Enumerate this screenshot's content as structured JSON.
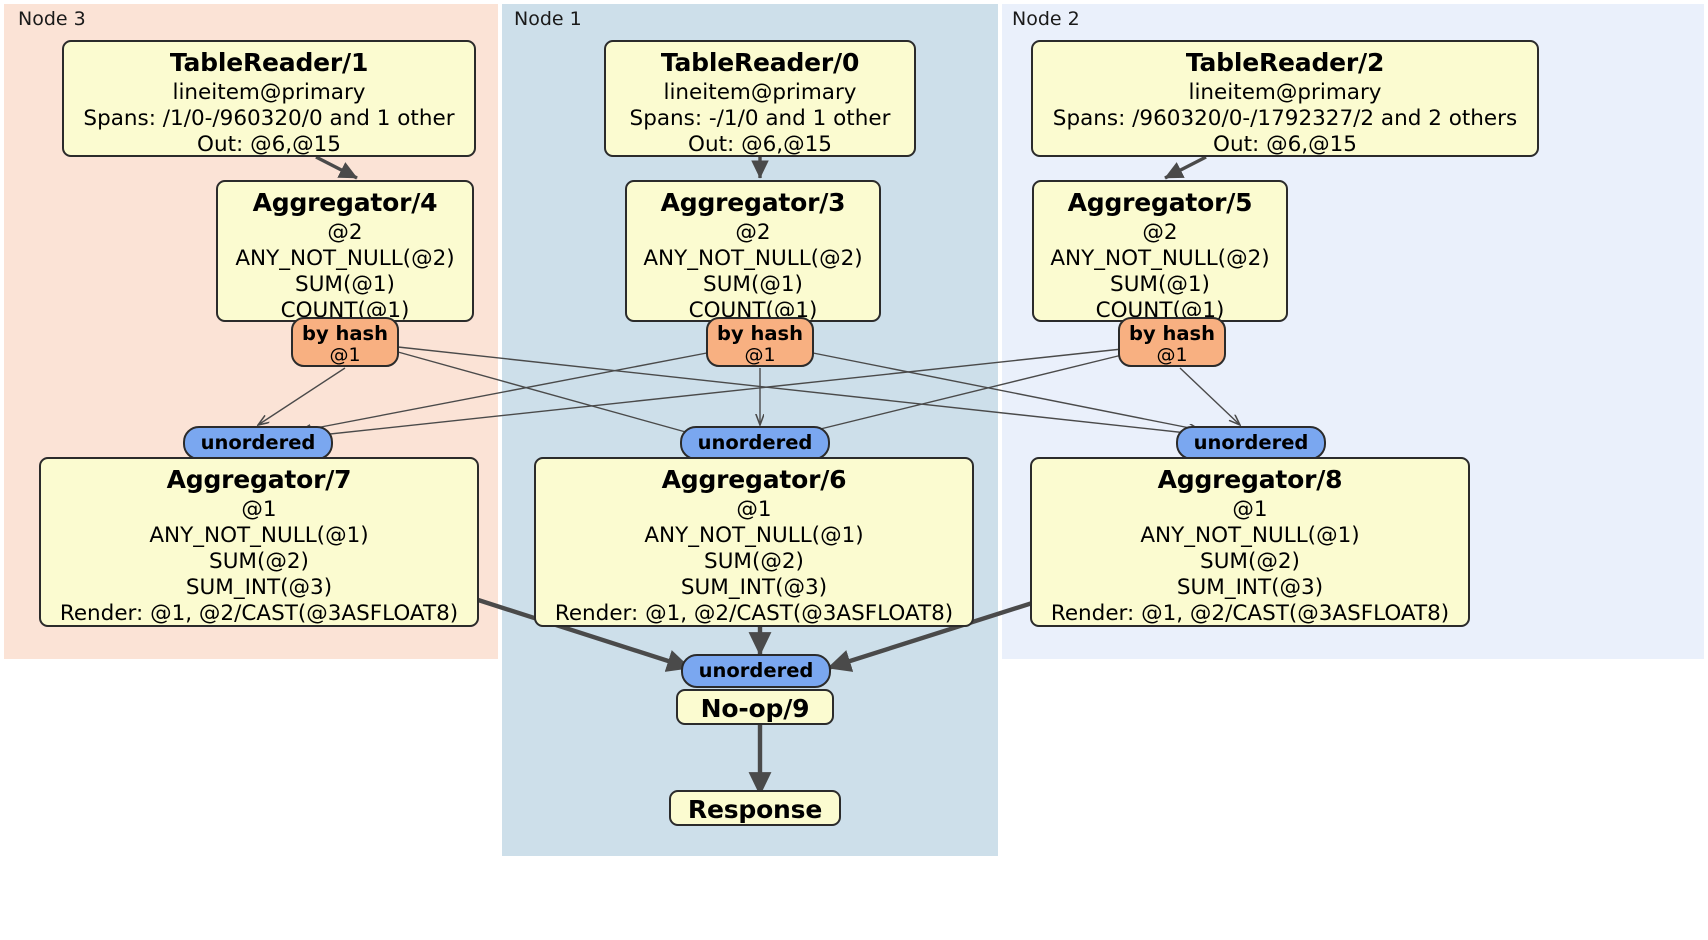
{
  "diagram": {
    "type": "distributed-query-plan",
    "colors": {
      "node3_panel": "#fbe3d6",
      "node1_panel": "#cddfea",
      "node2_panel": "#eaf0fb",
      "processor_box": "#fbfbd0",
      "hash_badge": "#f8b081",
      "unordered_badge": "#7aa7f0",
      "edge": "#4a4a4a",
      "border": "#2b2b2b"
    }
  },
  "panels": [
    {
      "id": "node3",
      "label": "Node 3"
    },
    {
      "id": "node1",
      "label": "Node 1"
    },
    {
      "id": "node2",
      "label": "Node 2"
    }
  ],
  "processors": {
    "tablereader_1": {
      "title": "TableReader/1",
      "lines": [
        "lineitem@primary",
        "Spans: /1/0-/960320/0 and 1 other",
        "Out: @6,@15"
      ]
    },
    "tablereader_0": {
      "title": "TableReader/0",
      "lines": [
        "lineitem@primary",
        "Spans: -/1/0 and 1 other",
        "Out: @6,@15"
      ]
    },
    "tablereader_2": {
      "title": "TableReader/2",
      "lines": [
        "lineitem@primary",
        "Spans: /960320/0-/1792327/2 and 2 others",
        "Out: @6,@15"
      ]
    },
    "aggregator_4": {
      "title": "Aggregator/4",
      "lines": [
        "@2",
        "ANY_NOT_NULL(@2)",
        "SUM(@1)",
        "COUNT(@1)"
      ]
    },
    "aggregator_3": {
      "title": "Aggregator/3",
      "lines": [
        "@2",
        "ANY_NOT_NULL(@2)",
        "SUM(@1)",
        "COUNT(@1)"
      ]
    },
    "aggregator_5": {
      "title": "Aggregator/5",
      "lines": [
        "@2",
        "ANY_NOT_NULL(@2)",
        "SUM(@1)",
        "COUNT(@1)"
      ]
    },
    "aggregator_7": {
      "title": "Aggregator/7",
      "lines": [
        "@1",
        "ANY_NOT_NULL(@1)",
        "SUM(@2)",
        "SUM_INT(@3)",
        "Render: @1, @2/CAST(@3ASFLOAT8)"
      ]
    },
    "aggregator_6": {
      "title": "Aggregator/6",
      "lines": [
        "@1",
        "ANY_NOT_NULL(@1)",
        "SUM(@2)",
        "SUM_INT(@3)",
        "Render: @1, @2/CAST(@3ASFLOAT8)"
      ]
    },
    "aggregator_8": {
      "title": "Aggregator/8",
      "lines": [
        "@1",
        "ANY_NOT_NULL(@1)",
        "SUM(@2)",
        "SUM_INT(@3)",
        "Render: @1, @2/CAST(@3ASFLOAT8)"
      ]
    },
    "noop_9": {
      "title": "No-op/9",
      "lines": []
    },
    "response": {
      "title": "Response",
      "lines": []
    }
  },
  "badges": {
    "hash_left": {
      "label": "by hash",
      "detail": "@1"
    },
    "hash_mid": {
      "label": "by hash",
      "detail": "@1"
    },
    "hash_right": {
      "label": "by hash",
      "detail": "@1"
    },
    "unordered_left": {
      "label": "unordered"
    },
    "unordered_mid": {
      "label": "unordered"
    },
    "unordered_right": {
      "label": "unordered"
    },
    "unordered_final": {
      "label": "unordered"
    }
  }
}
